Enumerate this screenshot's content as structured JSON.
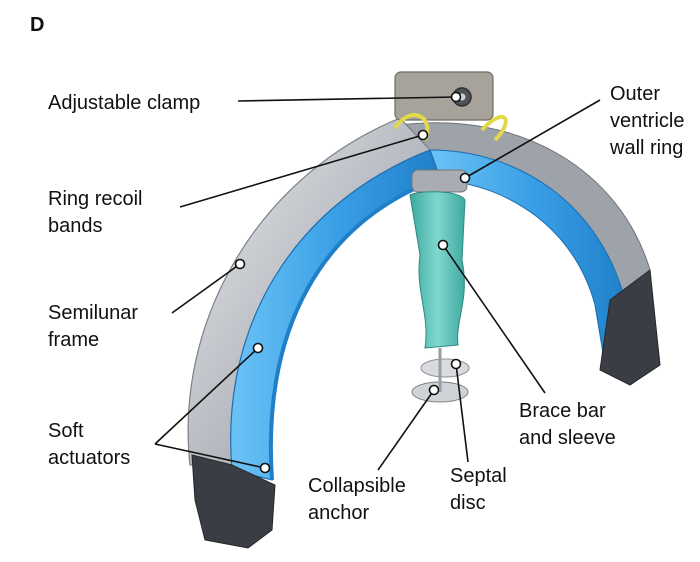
{
  "panel_letter": "D",
  "labels": {
    "adjustable_clamp": "Adjustable clamp",
    "outer_ring_1": "Outer",
    "outer_ring_2": "ventricle",
    "outer_ring_3": "wall ring",
    "recoil_1": "Ring recoil",
    "recoil_2": "bands",
    "frame_1": "Semilunar",
    "frame_2": "frame",
    "actuators_1": "Soft",
    "actuators_2": "actuators",
    "brace_1": "Brace bar",
    "brace_2": "and sleeve",
    "septal_1": "Septal",
    "septal_2": "disc",
    "anchor_1": "Collapsible",
    "anchor_2": "anchor"
  },
  "colors": {
    "frame_silver": "#b9bcc2",
    "actuator_blue": "#3aa0e6",
    "inner_ring_blue": "#1f7fc9",
    "brace_sleeve_teal": "#5cc7bd",
    "recoil_band_yellow": "#e2d94a",
    "end_pad_dark": "#3a3d44"
  }
}
